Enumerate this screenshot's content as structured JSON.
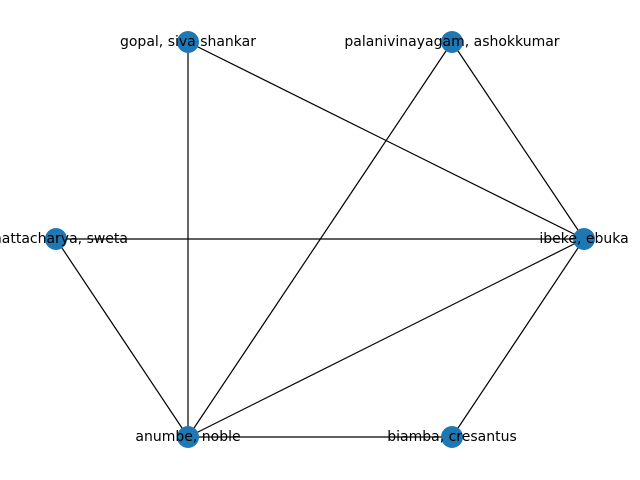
{
  "graph": {
    "node_color": "#1f77b4",
    "edge_color": "#000000",
    "nodes": [
      {
        "id": "gopal",
        "label": "gopal, siva shankar"
      },
      {
        "id": "palanivinayagam",
        "label": "palanivinayagam, ashokkumar"
      },
      {
        "id": "bhattacharya",
        "label": "bhattacharya, sweta"
      },
      {
        "id": "ibeke",
        "label": "ibeke, ebuka"
      },
      {
        "id": "anumbe",
        "label": "anumbe, noble"
      },
      {
        "id": "biamba",
        "label": "biamba, cresantus"
      }
    ],
    "edges": [
      [
        "gopal",
        "ibeke"
      ],
      [
        "gopal",
        "anumbe"
      ],
      [
        "palanivinayagam",
        "ibeke"
      ],
      [
        "palanivinayagam",
        "anumbe"
      ],
      [
        "bhattacharya",
        "ibeke"
      ],
      [
        "bhattacharya",
        "anumbe"
      ],
      [
        "ibeke",
        "anumbe"
      ],
      [
        "ibeke",
        "biamba"
      ],
      [
        "anumbe",
        "biamba"
      ]
    ]
  }
}
